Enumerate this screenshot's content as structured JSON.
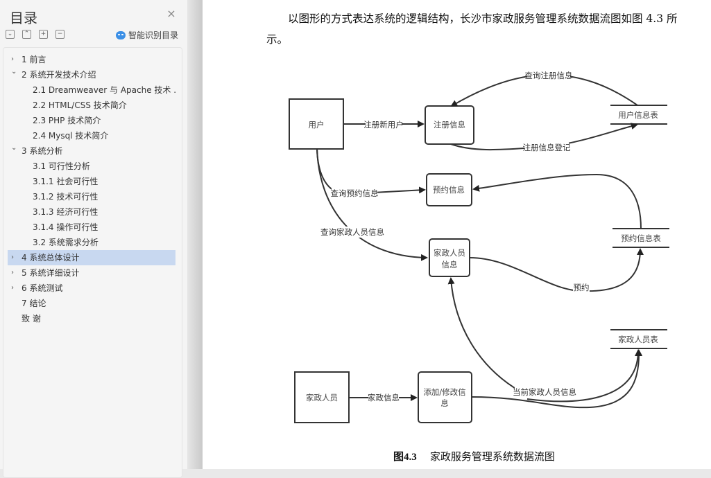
{
  "sidebar": {
    "title": "目录",
    "close_icon": "close-icon",
    "tools": [
      {
        "name": "expand-down",
        "glyph": "⌄"
      },
      {
        "name": "collapse-up",
        "glyph": "⌃"
      },
      {
        "name": "expand-all",
        "glyph": "+"
      },
      {
        "name": "collapse-all",
        "glyph": "−"
      }
    ],
    "smart_toc_label": "智能识别目录",
    "items": [
      {
        "label": "1  前言",
        "level": 0,
        "arrow": "›",
        "selected": false
      },
      {
        "label": "2 系统开发技术介绍",
        "level": 0,
        "arrow": "⌄",
        "selected": false
      },
      {
        "label": "2.1 Dreamweaver 与 Apache 技术 ...",
        "level": 1,
        "arrow": "",
        "selected": false
      },
      {
        "label": "2.2 HTML/CSS 技术简介",
        "level": 1,
        "arrow": "",
        "selected": false
      },
      {
        "label": "2.3 PHP 技术简介",
        "level": 1,
        "arrow": "",
        "selected": false
      },
      {
        "label": "2.4 Mysql 技术简介",
        "level": 1,
        "arrow": "",
        "selected": false
      },
      {
        "label": "3  系统分析",
        "level": 0,
        "arrow": "⌄",
        "selected": false
      },
      {
        "label": "3.1 可行性分析",
        "level": 1,
        "arrow": "",
        "selected": false
      },
      {
        "label": "3.1.1  社会可行性",
        "level": 1,
        "arrow": "",
        "selected": false
      },
      {
        "label": "3.1.2  技术可行性",
        "level": 1,
        "arrow": "",
        "selected": false
      },
      {
        "label": "3.1.3  经济可行性",
        "level": 1,
        "arrow": "",
        "selected": false
      },
      {
        "label": "3.1.4  操作可行性",
        "level": 1,
        "arrow": "",
        "selected": false
      },
      {
        "label": "3.2 系统需求分析",
        "level": 1,
        "arrow": "",
        "selected": false
      },
      {
        "label": "4  系统总体设计",
        "level": 0,
        "arrow": "›",
        "selected": true
      },
      {
        "label": "5  系统详细设计",
        "level": 0,
        "arrow": "›",
        "selected": false
      },
      {
        "label": "6  系统测试",
        "level": 0,
        "arrow": "›",
        "selected": false
      },
      {
        "label": "7 结论",
        "level": 0,
        "arrow": "",
        "selected": false
      },
      {
        "label": "致    谢",
        "level": 0,
        "arrow": "",
        "selected": false
      }
    ]
  },
  "document": {
    "paragraph": "以图形的方式表达系统的逻辑结构，长沙市家政服务管理系统数据流图如图 4.3 所示。",
    "caption_prefix": "图4.3",
    "caption_text": "家政服务管理系统数据流图"
  },
  "diagram": {
    "entities": {
      "user": "用户",
      "staff": "家政人员"
    },
    "processes": {
      "register_info": "注册信息",
      "booking_info": "预约信息",
      "staff_info_line1": "家政人员",
      "staff_info_line2": "信息",
      "add_modify_line1": "添加/修改信",
      "add_modify_line2": "息"
    },
    "stores": {
      "user_table": "用户信息表",
      "booking_table": "预约信息表",
      "staff_table": "家政人员表"
    },
    "flows": {
      "register_new_user": "注册新用户",
      "query_register": "查询注册信息",
      "register_record": "注册信息登记",
      "query_booking": "查询预约信息",
      "query_staff": "查询家政人员信息",
      "booking": "预约",
      "staff_data": "家政信息",
      "current_staff_info": "当前家政人员信息"
    }
  }
}
